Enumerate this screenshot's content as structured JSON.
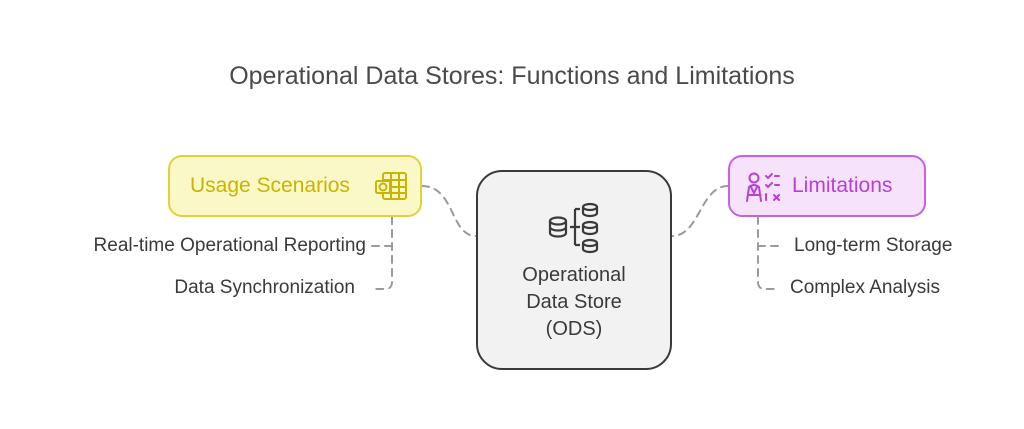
{
  "title": "Operational Data Stores: Functions and Limitations",
  "center": {
    "label": "Operational\nData Store\n(ODS)",
    "icon": "database-servers-icon"
  },
  "left_branch": {
    "label": "Usage Scenarios",
    "icon": "calendar-spreadsheet-icon",
    "color": "#c9b400",
    "items": [
      "Real-time Operational Reporting",
      "Data Synchronization"
    ]
  },
  "right_branch": {
    "label": "Limitations",
    "icon": "person-checklist-icon",
    "color": "#b73fd8",
    "items": [
      "Long-term Storage",
      "Complex Analysis"
    ]
  }
}
